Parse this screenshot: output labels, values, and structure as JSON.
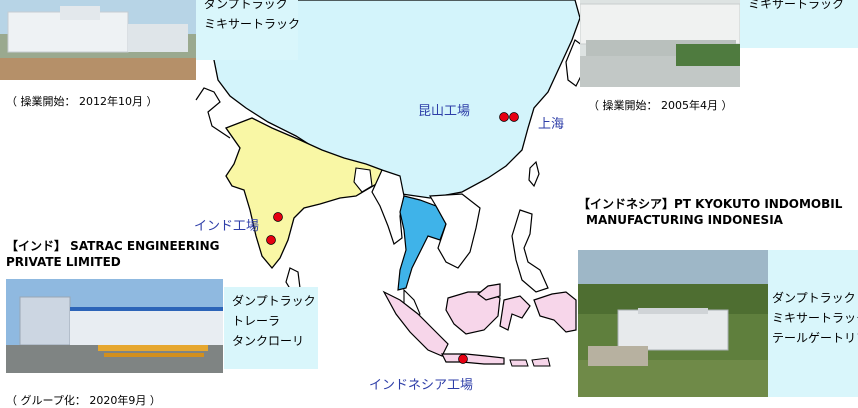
{
  "china_left": {
    "products": [
      "ダンプトラック",
      "ミキサートラック"
    ],
    "caption": "（ 操業開始： 2012年10月 ）"
  },
  "china_right": {
    "products": [
      "ミキサートラック"
    ],
    "caption": "（ 操業開始： 2005年4月 ）"
  },
  "markers": {
    "kunshan": "昆山工場",
    "shanghai": "上海",
    "india": "インド工場",
    "indonesia": "インドネシア工場"
  },
  "india": {
    "heading_line1": "【インド】 SATRAC ENGINEERING",
    "heading_line2": "PRIVATE LIMITED",
    "products": [
      "ダンプトラック",
      "トレーラ",
      "タンクローリ"
    ],
    "caption": "（ グループ化： 2020年9月 ）"
  },
  "indonesia": {
    "heading_line1": "【インドネシア】PT KYOKUTO INDOMOBIL",
    "heading_line2": "MANUFACTURING INDONESIA",
    "products": [
      "ダンプトラック",
      "ミキサートラック",
      "テールゲートリフタ"
    ]
  },
  "colors": {
    "china": "#d3f4fb",
    "india": "#f9f7a5",
    "thailand": "#3fb3e9",
    "indonesia": "#f7d6ea",
    "marker": "#e60012",
    "label_box": "#d9f6fb",
    "marker_text": "#2e3ea8"
  }
}
